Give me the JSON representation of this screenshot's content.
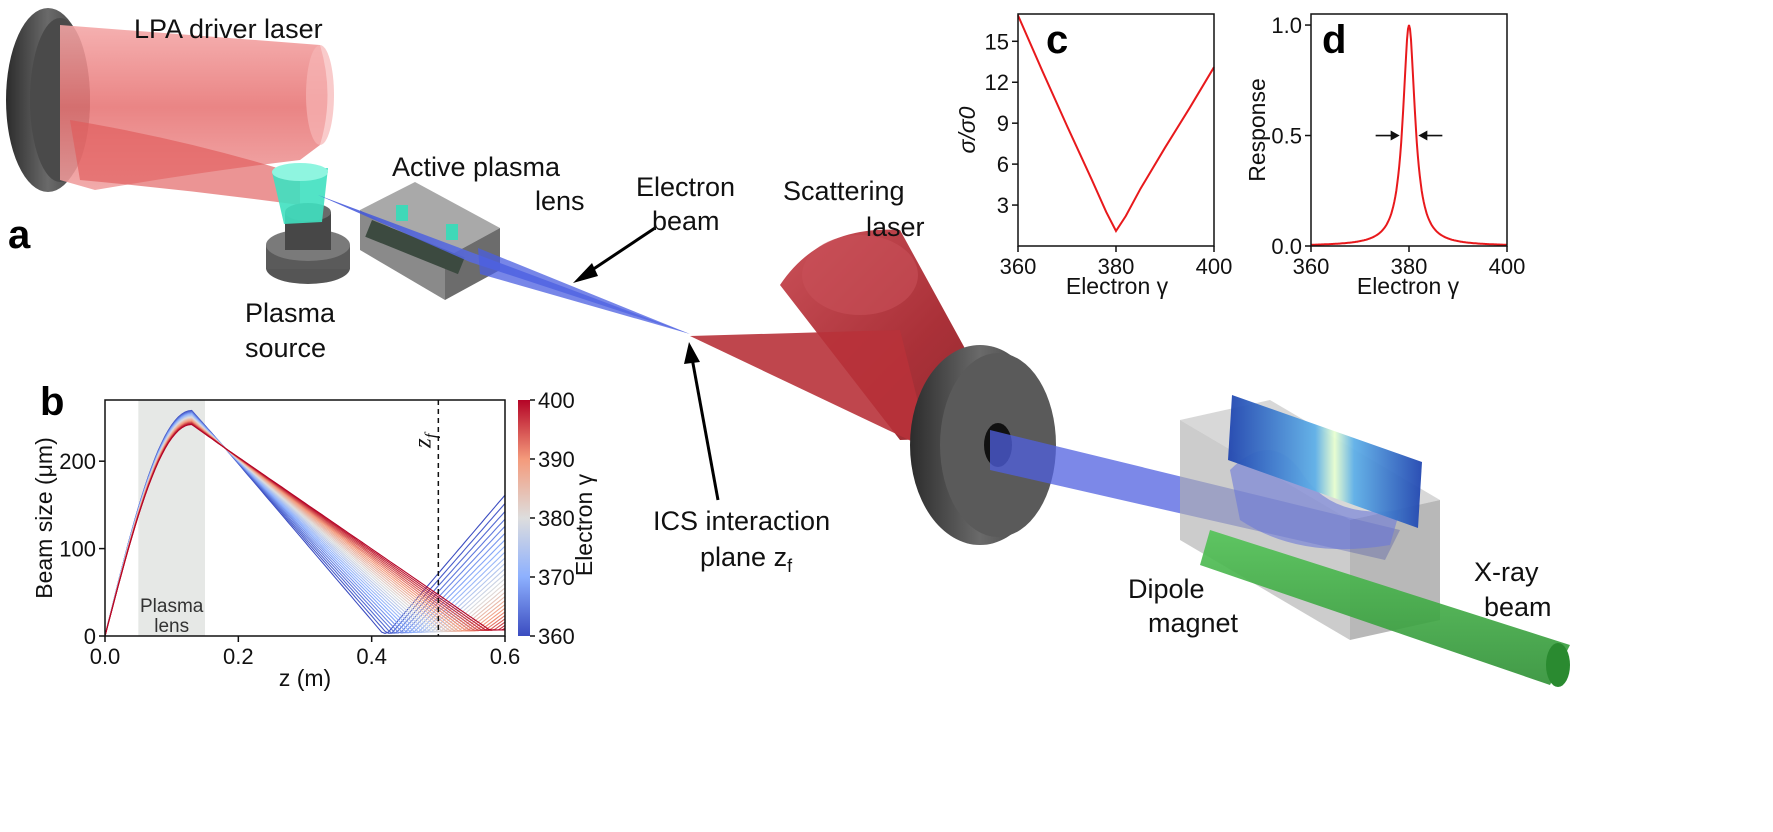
{
  "labels": {
    "lpa_laser": "LPA driver laser",
    "active_lens_1": "Active plasma",
    "active_lens_2": "lens",
    "electron_beam_1": "Electron",
    "electron_beam_2": "beam",
    "scattering_1": "Scattering",
    "scattering_2": "laser",
    "plasma_source_1": "Plasma",
    "plasma_source_2": "source",
    "ics_1": "ICS interaction",
    "ics_2": "plane z",
    "ics_sub": "f",
    "dipole_1": "Dipole",
    "dipole_2": "magnet",
    "xray_1": "X-ray",
    "xray_2": "beam"
  },
  "panels": {
    "a": "a",
    "b": "b",
    "c": "c",
    "d": "d"
  },
  "colors": {
    "laser_red": "#e87a7a",
    "scatter_red": "#b8323a",
    "electron_blue": "#4a5ee0",
    "xray_green": "#3cb043",
    "plasma_cyan": "#3fe0c0",
    "curve_red": "#e8191c"
  },
  "chart_data": [
    {
      "panel": "b",
      "type": "line",
      "xlabel": "z (m)",
      "ylabel": "Beam size (μm)",
      "xlim": [
        0.0,
        0.6
      ],
      "ylim": [
        0,
        270
      ],
      "xticks": [
        "0.0",
        "0.2",
        "0.4",
        "0.6"
      ],
      "yticks": [
        "0",
        "100",
        "200"
      ],
      "shaded_region": {
        "x": [
          0.05,
          0.15
        ],
        "label_1": "Plasma",
        "label_2": "lens"
      },
      "vline": {
        "x": 0.5,
        "label": "z",
        "sub": "f"
      },
      "colorbar": {
        "label": "Electron γ",
        "ticks": [
          "360",
          "370",
          "380",
          "390",
          "400"
        ],
        "range": [
          360,
          400
        ]
      },
      "series_desc": {
        "gamma_range": [
          360,
          400
        ],
        "peak_at_gamma_360": 258,
        "peak_at_gamma_400": 242,
        "peak_z": 0.13,
        "focus_z_gamma_360": 0.42,
        "focus_z_gamma_400": 0.59
      }
    },
    {
      "panel": "c",
      "type": "line",
      "xlabel": "Electron γ",
      "ylabel": "σ/σ0",
      "xlim": [
        360,
        400
      ],
      "ylim": [
        0,
        17
      ],
      "xticks": [
        "360",
        "380",
        "400"
      ],
      "yticks": [
        "3",
        "6",
        "9",
        "12",
        "15"
      ],
      "x": [
        360,
        365,
        370,
        375,
        378,
        380,
        382,
        385,
        390,
        395,
        400
      ],
      "y": [
        16.9,
        12.8,
        8.8,
        4.9,
        2.5,
        1.1,
        2.2,
        4.2,
        7.2,
        10.1,
        13.1
      ]
    },
    {
      "panel": "d",
      "type": "line",
      "xlabel": "Electron γ",
      "ylabel": "Response",
      "xlim": [
        360,
        400
      ],
      "ylim": [
        0,
        1.05
      ],
      "xticks": [
        "360",
        "380",
        "400"
      ],
      "yticks": [
        "0.0",
        "0.5",
        "1.0"
      ],
      "center": 380,
      "hwhm": 1.5
    }
  ]
}
